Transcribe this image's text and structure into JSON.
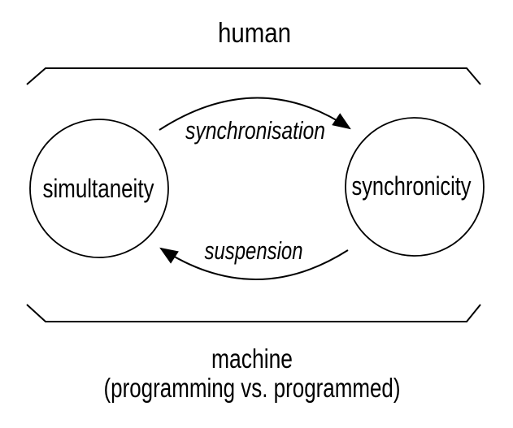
{
  "figure": {
    "top_label": "human",
    "bottom_label": "machine",
    "bottom_sublabel": "(programming vs. programmed)",
    "left_node": "simultaneity",
    "right_node": "synchronicity",
    "forward_arrow_label": "synchronisation",
    "backward_arrow_label": "suspension",
    "colors": {
      "background": "#ffffff",
      "line": "#000000",
      "text": "#000000"
    }
  }
}
